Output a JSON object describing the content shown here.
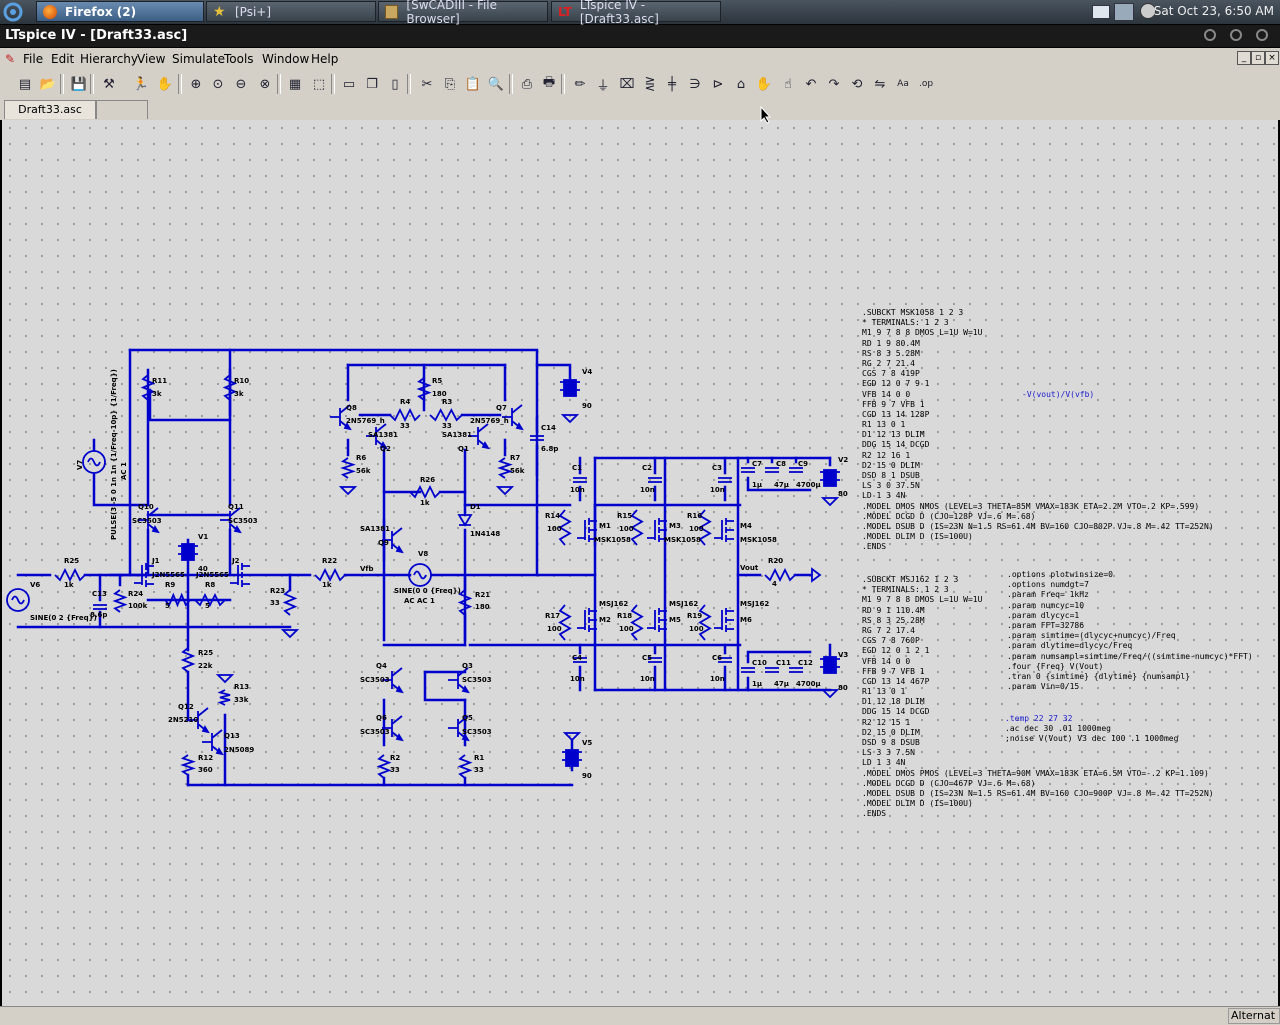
{
  "taskbar": {
    "tasks": [
      {
        "label": "Firefox (2)",
        "active": true
      },
      {
        "label": "[Psi+]"
      },
      {
        "label": "[SwCADIII - File Browser]"
      },
      {
        "label": "LTspice IV - [Draft33.asc]"
      }
    ],
    "clock": "Sat Oct 23,  6:50 AM"
  },
  "window": {
    "title": "LTspice IV - [Draft33.asc]"
  },
  "menu": [
    "File",
    "Edit",
    "Hierarchy",
    "View",
    "Simulate",
    "Tools",
    "Window",
    "Help"
  ],
  "toolbar_icons": [
    "new-schematic-icon",
    "open-icon",
    "save-icon",
    "control-panel-icon",
    "run-icon",
    "pan-icon",
    "zoom-in-icon",
    "zoom-full-icon",
    "zoom-out-icon",
    "zoom-cancel-icon",
    "waveform-icon",
    "autorange-icon",
    "tile-horizontal-icon",
    "cascade-icon",
    "tile-vertical-icon",
    "cut-icon",
    "copy-icon",
    "paste-icon",
    "find-icon",
    "print-setup-icon",
    "print-icon",
    "wire-icon",
    "ground-icon",
    "label-net-icon",
    "resistor-icon",
    "capacitor-icon",
    "inductor-icon",
    "diode-icon",
    "component-icon",
    "move-icon",
    "drag-icon",
    "undo-icon",
    "redo-icon",
    "rotate-icon",
    "mirror-icon",
    "text-icon",
    "spice-directive-icon"
  ],
  "tabs": [
    {
      "label": "Draft33.asc",
      "active": true
    },
    {
      "label": ""
    }
  ],
  "status": {
    "mode": "Alternat"
  },
  "colors": {
    "wire": "#0000cc",
    "canvas": "#d9d9d9",
    "netlist_text": "#000000",
    "directive_text": "#1a1ad0"
  },
  "schematic": {
    "labels": {
      "R11": "R11",
      "R11v": "3k",
      "R10": "R10",
      "R10v": "3k",
      "V4": "V4",
      "V4v": "90",
      "Q8": "Q8",
      "Q8m": "2N5769_h",
      "R4": "R4",
      "R4v": "33",
      "R5": "R5",
      "R5v": "180",
      "R3": "R3",
      "R3v": "33",
      "Q7": "Q7",
      "Q7m": "2N5769_h",
      "Q2": "Q2",
      "Q2m": "SA1381",
      "Q1": "Q1",
      "Q1m": "SA1381",
      "R6": "R6",
      "R6v": "56k",
      "R7": "R7",
      "R7v": "56k",
      "C14": "C14",
      "C14v": "6.8p",
      "R26": "R26",
      "R26v": "1k",
      "D1": "D1",
      "D1m": "1N4148",
      "Q10": "Q10",
      "Q10m": "SC3503",
      "Q11": "Q11",
      "Q11m": "SC3503",
      "V7": "V7",
      "V7s": "PULSE(3 -5 0 1n 1n {1/Freq-10p} {1/Freq})",
      "V7ac": "AC 1",
      "V1": "V1",
      "V1v": "40",
      "J1": "J1",
      "J1m": "J2N5565",
      "J2": "J2",
      "J2m": "J2N5565",
      "R9": "R9",
      "R9v": "5",
      "R8": "R8",
      "R8v": "5",
      "R25": "R25",
      "R25v": "1k",
      "V6": "V6",
      "V6s": "SINE(0 2 {Freq})",
      "C13": "C13",
      "C13v": "8.6p",
      "R24": "R24",
      "R24v": "100k",
      "R22": "R22",
      "R22v": "1k",
      "Vfb": "Vfb",
      "R23": "R23",
      "R23v": "33",
      "Q9": "Q9",
      "Q9m": "SA1381",
      "V8": "V8",
      "V8s": "SINE(0 0 {Freq})",
      "V8ac": "AC AC 1",
      "R21": "R21",
      "R21v": "180",
      "R25b": "R25",
      "R25bv": "22k",
      "R13": "R13",
      "R13v": "33k",
      "Q12": "Q12",
      "Q12m": "2N5210",
      "Q13": "Q13",
      "Q13m": "2N5089",
      "R12": "R12",
      "R12v": "360",
      "Q4": "Q4",
      "Q4m": "SC3503",
      "Q3": "Q3",
      "Q3m": "SC3503",
      "Q6": "Q6",
      "Q6m": "SC3503",
      "Q5": "Q5",
      "Q5m": "SC3503",
      "R2": "R2",
      "R2v": "33",
      "R1": "R1",
      "R1v": "33",
      "V5": "V5",
      "V5v": "90",
      "C1": "C1",
      "C1v": "10n",
      "C2": "C2",
      "C2v": "10n",
      "C3": "C3",
      "C3v": "10n",
      "C7": "C7",
      "C7v": "1µ",
      "C8": "C8",
      "C8v": "47µ",
      "C9": "C9",
      "C9v": "4700µ",
      "V2": "V2",
      "V2v": "80",
      "R14": "R14",
      "R14v": "100",
      "M1": "M1",
      "M1m": "MSK1058",
      "R15": "R15",
      "R15v": "100",
      "M3": "M3",
      "M3m": "MSK1058",
      "R16": "R16",
      "R16v": "100",
      "M4": "M4",
      "M4m": "MSK1058",
      "Vout": "Vout",
      "R20": "R20",
      "R20v": "4",
      "R17": "R17",
      "R17v": "100",
      "M2": "M2",
      "M2m": "MSJ162",
      "R18": "R18",
      "R18v": "100",
      "M5": "M5",
      "M5m": "MSJ162",
      "R19": "R19",
      "R19v": "100",
      "M6": "M6",
      "M6m": "MSJ162",
      "C4": "C4",
      "C4v": "10n",
      "C5": "C5",
      "C5v": "10n",
      "C6": "C6",
      "C6v": "10n",
      "C10": "C10",
      "C10v": "1µ",
      "C11": "C11",
      "C11v": "47µ",
      "C12": "C12",
      "C12v": "4700µ",
      "V3": "V3",
      "V3v": "80"
    }
  },
  "netlist_nmos": [
    ".SUBCKT MSK1058 1 2 3",
    "* TERMINALS: 1 2 3",
    "M1 9 7 8 8 DMOS L=1U W=1U",
    "RD 1 9 80.4M",
    "RS 8 3 5.28M",
    "RG 2 7 21.4",
    "CGS 7 8 419P",
    "EGD 12 0 7 9 1",
    "VFB 14 0 0",
    "FFB 9 7 VFB 1",
    "CGD 13 14 128P",
    "R1 13 0 1",
    "D1 12 13 DLIM",
    "DDG 15 14 DCGD",
    "R2 12 16 1",
    "D2 15 0 DLIM",
    "DSD 8 1 DSUB",
    "LS 3 0 37.5N",
    "LD 1 3 4N",
    ".MODEL DMOS NMOS (LEVEL=3 THETA=85M VMAX=183K ETA=2.2M VTO=.2 KP=.599)",
    ".MODEL DCGD D (CJO=128P VJ=.6 M=.68)",
    ".MODEL DSUB D (IS=23N N=1.5 RS=61.4M BV=160 CJO=802P VJ=.8 M=.42 TT=252N)",
    ".MODEL DLIM D (IS=100U)",
    ".ENDS"
  ],
  "netlist_pmos": [
    ".SUBCKT MSJ162 1 2 3",
    "* TERMINALS: 1 2 3",
    "M1 9 7 8 8 DMOS L=1U W=1U",
    "RD 9 1 110.4M",
    "RS 8 3 25.28M",
    "RG 7 2 17.4",
    "CGS 7 8 760P",
    "EGD 12 0 1 2 1",
    "VFB 14 0 0",
    "FFB 9 7 VFB 1",
    "CGD 13 14 467P",
    "R1 13 0 1",
    "D1 12 18 DLIM",
    "DDG 15 14 DCGD",
    "R2 12 15 1",
    "D2 15 0 DLIM",
    "DSD 9 8 DSUB",
    "LS 3 3 7.5N",
    "LD 1 3 4N",
    ".MODEL DMOS PMOS (LEVEL=3 THETA=90M VMAX=183K ETA=6.5M VTO=-.2 KP=1.109)",
    ".MODEL DCGD D (CJO=467P VJ=.6 M=.68)",
    ".MODEL DSUB D (IS=23N N=1.5 RS=61.4M BV=160 CJO=900P VJ=.8 M=.42 TT=252N)",
    ".MODEL DLIM D (IS=100U)",
    ".ENDS"
  ],
  "directives": [
    ".options plotwinsize=0",
    ".options numdgt=7",
    ".param Freq= 1kHz",
    ".param numcyc=10",
    ".param dlycyc=1",
    ".param FFT=32786",
    ".param simtime=(dlycyc+numcyc)/Freq",
    ".param dlytime=dlycyc/Freq",
    ".param numsampl=simtime/Freq/((simtime-numcyc)*FFT)",
    ".four {Freq} V(Vout)",
    ".tran 0 {simtime} {dlytime} {numsampl}",
    ".param Vin=0/15"
  ],
  "probe_expr": "-V(vout)/V(vfb)",
  "temp_directive": ".temp 22 27 32",
  "ac_directives": [
    ".ac dec 30 .01 1000meg",
    ";noise V(Vout) V3 dec 100 .1 1000meg"
  ]
}
